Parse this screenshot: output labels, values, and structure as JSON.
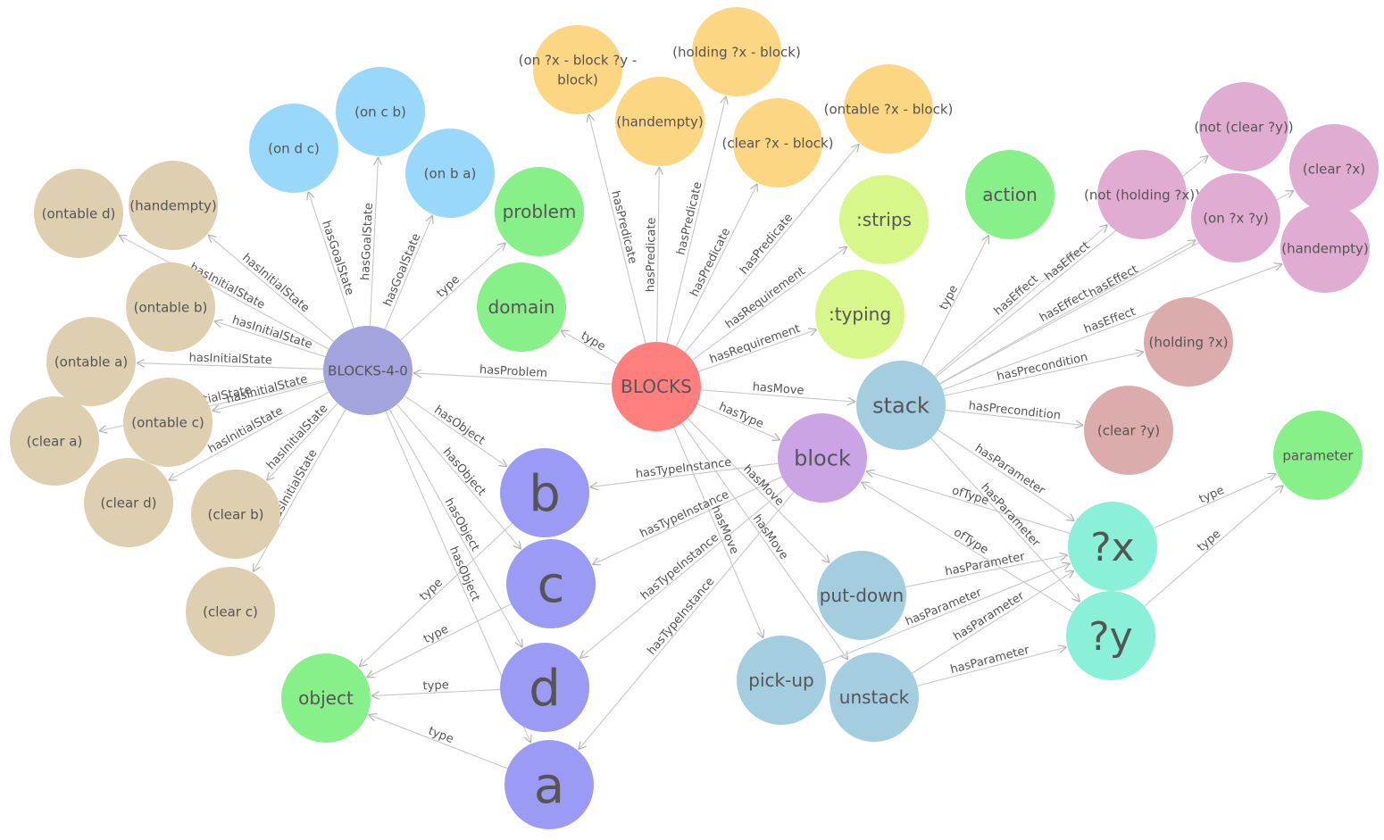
{
  "graph": {
    "nodes": [
      {
        "id": "blocks",
        "label": "BLOCKS",
        "color": "#ff7f7f",
        "text_color": "#444444",
        "size": "md"
      },
      {
        "id": "blocks40",
        "label": "BLOCKS-4-0",
        "color": "#a3a3de",
        "text_color": "#555555",
        "size": "sm"
      },
      {
        "id": "problem",
        "label": "problem",
        "color": "#88f088",
        "text_color": "#444444",
        "size": "md"
      },
      {
        "id": "domain",
        "label": "domain",
        "color": "#88f088",
        "text_color": "#444444",
        "size": "md"
      },
      {
        "id": "action",
        "label": "action",
        "color": "#88f088",
        "text_color": "#444444",
        "size": "md"
      },
      {
        "id": "object",
        "label": "object",
        "color": "#88f088",
        "text_color": "#444444",
        "size": "md"
      },
      {
        "id": "parameter",
        "label": "parameter",
        "color": "#88f088",
        "text_color": "#444444",
        "size": "sm"
      },
      {
        "id": "strips",
        "label": ":strips",
        "color": "#d8f78a",
        "text_color": "#555555",
        "size": "md"
      },
      {
        "id": "typing",
        "label": ":typing",
        "color": "#d8f78a",
        "text_color": "#555555",
        "size": "md"
      },
      {
        "id": "stack",
        "label": "stack",
        "color": "#a5cde0",
        "text_color": "#444444",
        "size": "lg"
      },
      {
        "id": "putdown",
        "label": "put-down",
        "color": "#a5cde0",
        "text_color": "#444444",
        "size": "md"
      },
      {
        "id": "pickup",
        "label": "pick-up",
        "color": "#a5cde0",
        "text_color": "#444444",
        "size": "md"
      },
      {
        "id": "unstack",
        "label": "unstack",
        "color": "#a5cde0",
        "text_color": "#444444",
        "size": "md"
      },
      {
        "id": "block",
        "label": "block",
        "color": "#cba4e6",
        "text_color": "#444444",
        "size": "lg"
      },
      {
        "id": "b",
        "label": "b",
        "color": "#9b9bf5",
        "text_color": "#333333",
        "size": "xl"
      },
      {
        "id": "c",
        "label": "c",
        "color": "#9b9bf5",
        "text_color": "#333333",
        "size": "xl"
      },
      {
        "id": "d",
        "label": "d",
        "color": "#9b9bf5",
        "text_color": "#333333",
        "size": "xl"
      },
      {
        "id": "a",
        "label": "a",
        "color": "#9b9bf5",
        "text_color": "#333333",
        "size": "xl"
      },
      {
        "id": "qx",
        "label": "?x",
        "color": "#8af0d8",
        "text_color": "#333333",
        "size": "xxl"
      },
      {
        "id": "qy",
        "label": "?y",
        "color": "#8af0d8",
        "text_color": "#333333",
        "size": "xxl"
      },
      {
        "id": "ondc",
        "label": "(on d c)",
        "color": "#99d8fa",
        "text_color": "#555555",
        "size": "sm"
      },
      {
        "id": "oncb",
        "label": "(on c b)",
        "color": "#99d8fa",
        "text_color": "#555555",
        "size": "sm"
      },
      {
        "id": "onba",
        "label": "(on b a)",
        "color": "#99d8fa",
        "text_color": "#555555",
        "size": "sm"
      },
      {
        "id": "ontd",
        "label": "(ontable d)",
        "color": "#decfb0",
        "text_color": "#555555",
        "size": "sm"
      },
      {
        "id": "hemp1",
        "label": "(handempty)",
        "color": "#decfb0",
        "text_color": "#555555",
        "size": "sm"
      },
      {
        "id": "ontb",
        "label": "(ontable b)",
        "color": "#decfb0",
        "text_color": "#555555",
        "size": "sm"
      },
      {
        "id": "onta",
        "label": "(ontable a)",
        "color": "#decfb0",
        "text_color": "#555555",
        "size": "sm"
      },
      {
        "id": "ontc",
        "label": "(ontable c)",
        "color": "#decfb0",
        "text_color": "#555555",
        "size": "sm"
      },
      {
        "id": "cla",
        "label": "(clear a)",
        "color": "#decfb0",
        "text_color": "#555555",
        "size": "sm"
      },
      {
        "id": "cld",
        "label": "(clear d)",
        "color": "#decfb0",
        "text_color": "#555555",
        "size": "sm"
      },
      {
        "id": "clb",
        "label": "(clear b)",
        "color": "#decfb0",
        "text_color": "#555555",
        "size": "sm"
      },
      {
        "id": "clc",
        "label": "(clear c)",
        "color": "#decfb0",
        "text_color": "#555555",
        "size": "sm"
      },
      {
        "id": "onxy",
        "label": "(on ?x - block ?y -\nblock)",
        "color": "#fdd683",
        "text_color": "#555555",
        "size": "sm"
      },
      {
        "id": "hemp2",
        "label": "(handempty)",
        "color": "#fdd683",
        "text_color": "#555555",
        "size": "sm"
      },
      {
        "id": "holdx",
        "label": "(holding ?x - block)",
        "color": "#fdd683",
        "text_color": "#555555",
        "size": "sm"
      },
      {
        "id": "clearx",
        "label": "(clear ?x - block)",
        "color": "#fdd683",
        "text_color": "#555555",
        "size": "sm"
      },
      {
        "id": "ontx",
        "label": "(ontable ?x - block)",
        "color": "#fdd683",
        "text_color": "#555555",
        "size": "sm"
      },
      {
        "id": "notclear",
        "label": "(not (clear ?y))",
        "color": "#e0acd2",
        "text_color": "#555555",
        "size": "sm"
      },
      {
        "id": "nothold",
        "label": "(not (holding ?x))",
        "color": "#e0acd2",
        "text_color": "#555555",
        "size": "sm"
      },
      {
        "id": "clearqx",
        "label": "(clear ?x)",
        "color": "#e0acd2",
        "text_color": "#555555",
        "size": "sm"
      },
      {
        "id": "onqxy",
        "label": "(on ?x ?y)",
        "color": "#e0acd2",
        "text_color": "#555555",
        "size": "sm"
      },
      {
        "id": "hemp3",
        "label": "(handempty)",
        "color": "#e0acd2",
        "text_color": "#555555",
        "size": "sm"
      },
      {
        "id": "holdqx",
        "label": "(holding ?x)",
        "color": "#dcacac",
        "text_color": "#555555",
        "size": "sm"
      },
      {
        "id": "clearqy",
        "label": "(clear ?y)",
        "color": "#dcacac",
        "text_color": "#555555",
        "size": "sm"
      }
    ],
    "edges": [
      {
        "from": "blocks40",
        "to": "ondc",
        "label": "hasGoalState"
      },
      {
        "from": "blocks40",
        "to": "oncb",
        "label": "hasGoalState"
      },
      {
        "from": "blocks40",
        "to": "onba",
        "label": "hasGoalState"
      },
      {
        "from": "blocks40",
        "to": "problem",
        "label": "type"
      },
      {
        "from": "blocks40",
        "to": "ontd",
        "label": "hasInitialState"
      },
      {
        "from": "blocks40",
        "to": "hemp1",
        "label": "hasInitialState"
      },
      {
        "from": "blocks40",
        "to": "ontb",
        "label": "hasInitialState"
      },
      {
        "from": "blocks40",
        "to": "onta",
        "label": "hasInitialState"
      },
      {
        "from": "blocks40",
        "to": "ontc",
        "label": "hasInitialState"
      },
      {
        "from": "blocks40",
        "to": "cla",
        "label": "hasInitialState"
      },
      {
        "from": "blocks40",
        "to": "cld",
        "label": "hasInitialState"
      },
      {
        "from": "blocks40",
        "to": "clb",
        "label": "hasInitialState"
      },
      {
        "from": "blocks40",
        "to": "clc",
        "label": "hasInitialState"
      },
      {
        "from": "blocks40",
        "to": "b",
        "label": "hasObject"
      },
      {
        "from": "blocks40",
        "to": "c",
        "label": "hasObject"
      },
      {
        "from": "blocks40",
        "to": "d",
        "label": "hasObject"
      },
      {
        "from": "blocks40",
        "to": "a",
        "label": "hasObject"
      },
      {
        "from": "blocks",
        "to": "blocks40",
        "label": "hasProblem"
      },
      {
        "from": "blocks",
        "to": "domain",
        "label": "type"
      },
      {
        "from": "blocks",
        "to": "onxy",
        "label": "hasPredicate"
      },
      {
        "from": "blocks",
        "to": "hemp2",
        "label": "hasPredicate"
      },
      {
        "from": "blocks",
        "to": "holdx",
        "label": "hasPredicate"
      },
      {
        "from": "blocks",
        "to": "clearx",
        "label": "hasPredicate"
      },
      {
        "from": "blocks",
        "to": "ontx",
        "label": "hasPredicate"
      },
      {
        "from": "blocks",
        "to": "strips",
        "label": "hasRequirement"
      },
      {
        "from": "blocks",
        "to": "typing",
        "label": "hasRequirement"
      },
      {
        "from": "blocks",
        "to": "stack",
        "label": "hasMove"
      },
      {
        "from": "blocks",
        "to": "block",
        "label": "hasType"
      },
      {
        "from": "blocks",
        "to": "putdown",
        "label": "hasMove"
      },
      {
        "from": "blocks",
        "to": "pickup",
        "label": "hasMove"
      },
      {
        "from": "blocks",
        "to": "unstack",
        "label": "hasMove"
      },
      {
        "from": "block",
        "to": "b",
        "label": "hasTypeInstance"
      },
      {
        "from": "block",
        "to": "c",
        "label": "hasTypeInstance"
      },
      {
        "from": "block",
        "to": "d",
        "label": "hasTypeInstance"
      },
      {
        "from": "block",
        "to": "a",
        "label": "hasTypeInstance"
      },
      {
        "from": "b",
        "to": "object",
        "label": "type"
      },
      {
        "from": "c",
        "to": "object",
        "label": "type"
      },
      {
        "from": "d",
        "to": "object",
        "label": "type"
      },
      {
        "from": "a",
        "to": "object",
        "label": "type"
      },
      {
        "from": "stack",
        "to": "action",
        "label": "type"
      },
      {
        "from": "stack",
        "to": "nothold",
        "label": "hasEffect"
      },
      {
        "from": "stack",
        "to": "notclear",
        "label": "hasEffect"
      },
      {
        "from": "stack",
        "to": "onqxy",
        "label": "hasEffect"
      },
      {
        "from": "stack",
        "to": "clearqx",
        "label": "hasEffect"
      },
      {
        "from": "stack",
        "to": "hemp3",
        "label": "hasEffect"
      },
      {
        "from": "stack",
        "to": "holdqx",
        "label": "hasPrecondition"
      },
      {
        "from": "stack",
        "to": "clearqy",
        "label": "hasPrecondition"
      },
      {
        "from": "stack",
        "to": "qx",
        "label": "hasParameter"
      },
      {
        "from": "stack",
        "to": "qy",
        "label": "hasParameter"
      },
      {
        "from": "qx",
        "to": "block",
        "label": "ofType"
      },
      {
        "from": "qy",
        "to": "block",
        "label": "ofType"
      },
      {
        "from": "qx",
        "to": "parameter",
        "label": "type"
      },
      {
        "from": "qy",
        "to": "parameter",
        "label": "type"
      },
      {
        "from": "putdown",
        "to": "qx",
        "label": "hasParameter"
      },
      {
        "from": "pickup",
        "to": "qx",
        "label": "hasParameter"
      },
      {
        "from": "unstack",
        "to": "qx",
        "label": "hasParameter"
      },
      {
        "from": "unstack",
        "to": "qy",
        "label": "hasParameter"
      }
    ]
  }
}
